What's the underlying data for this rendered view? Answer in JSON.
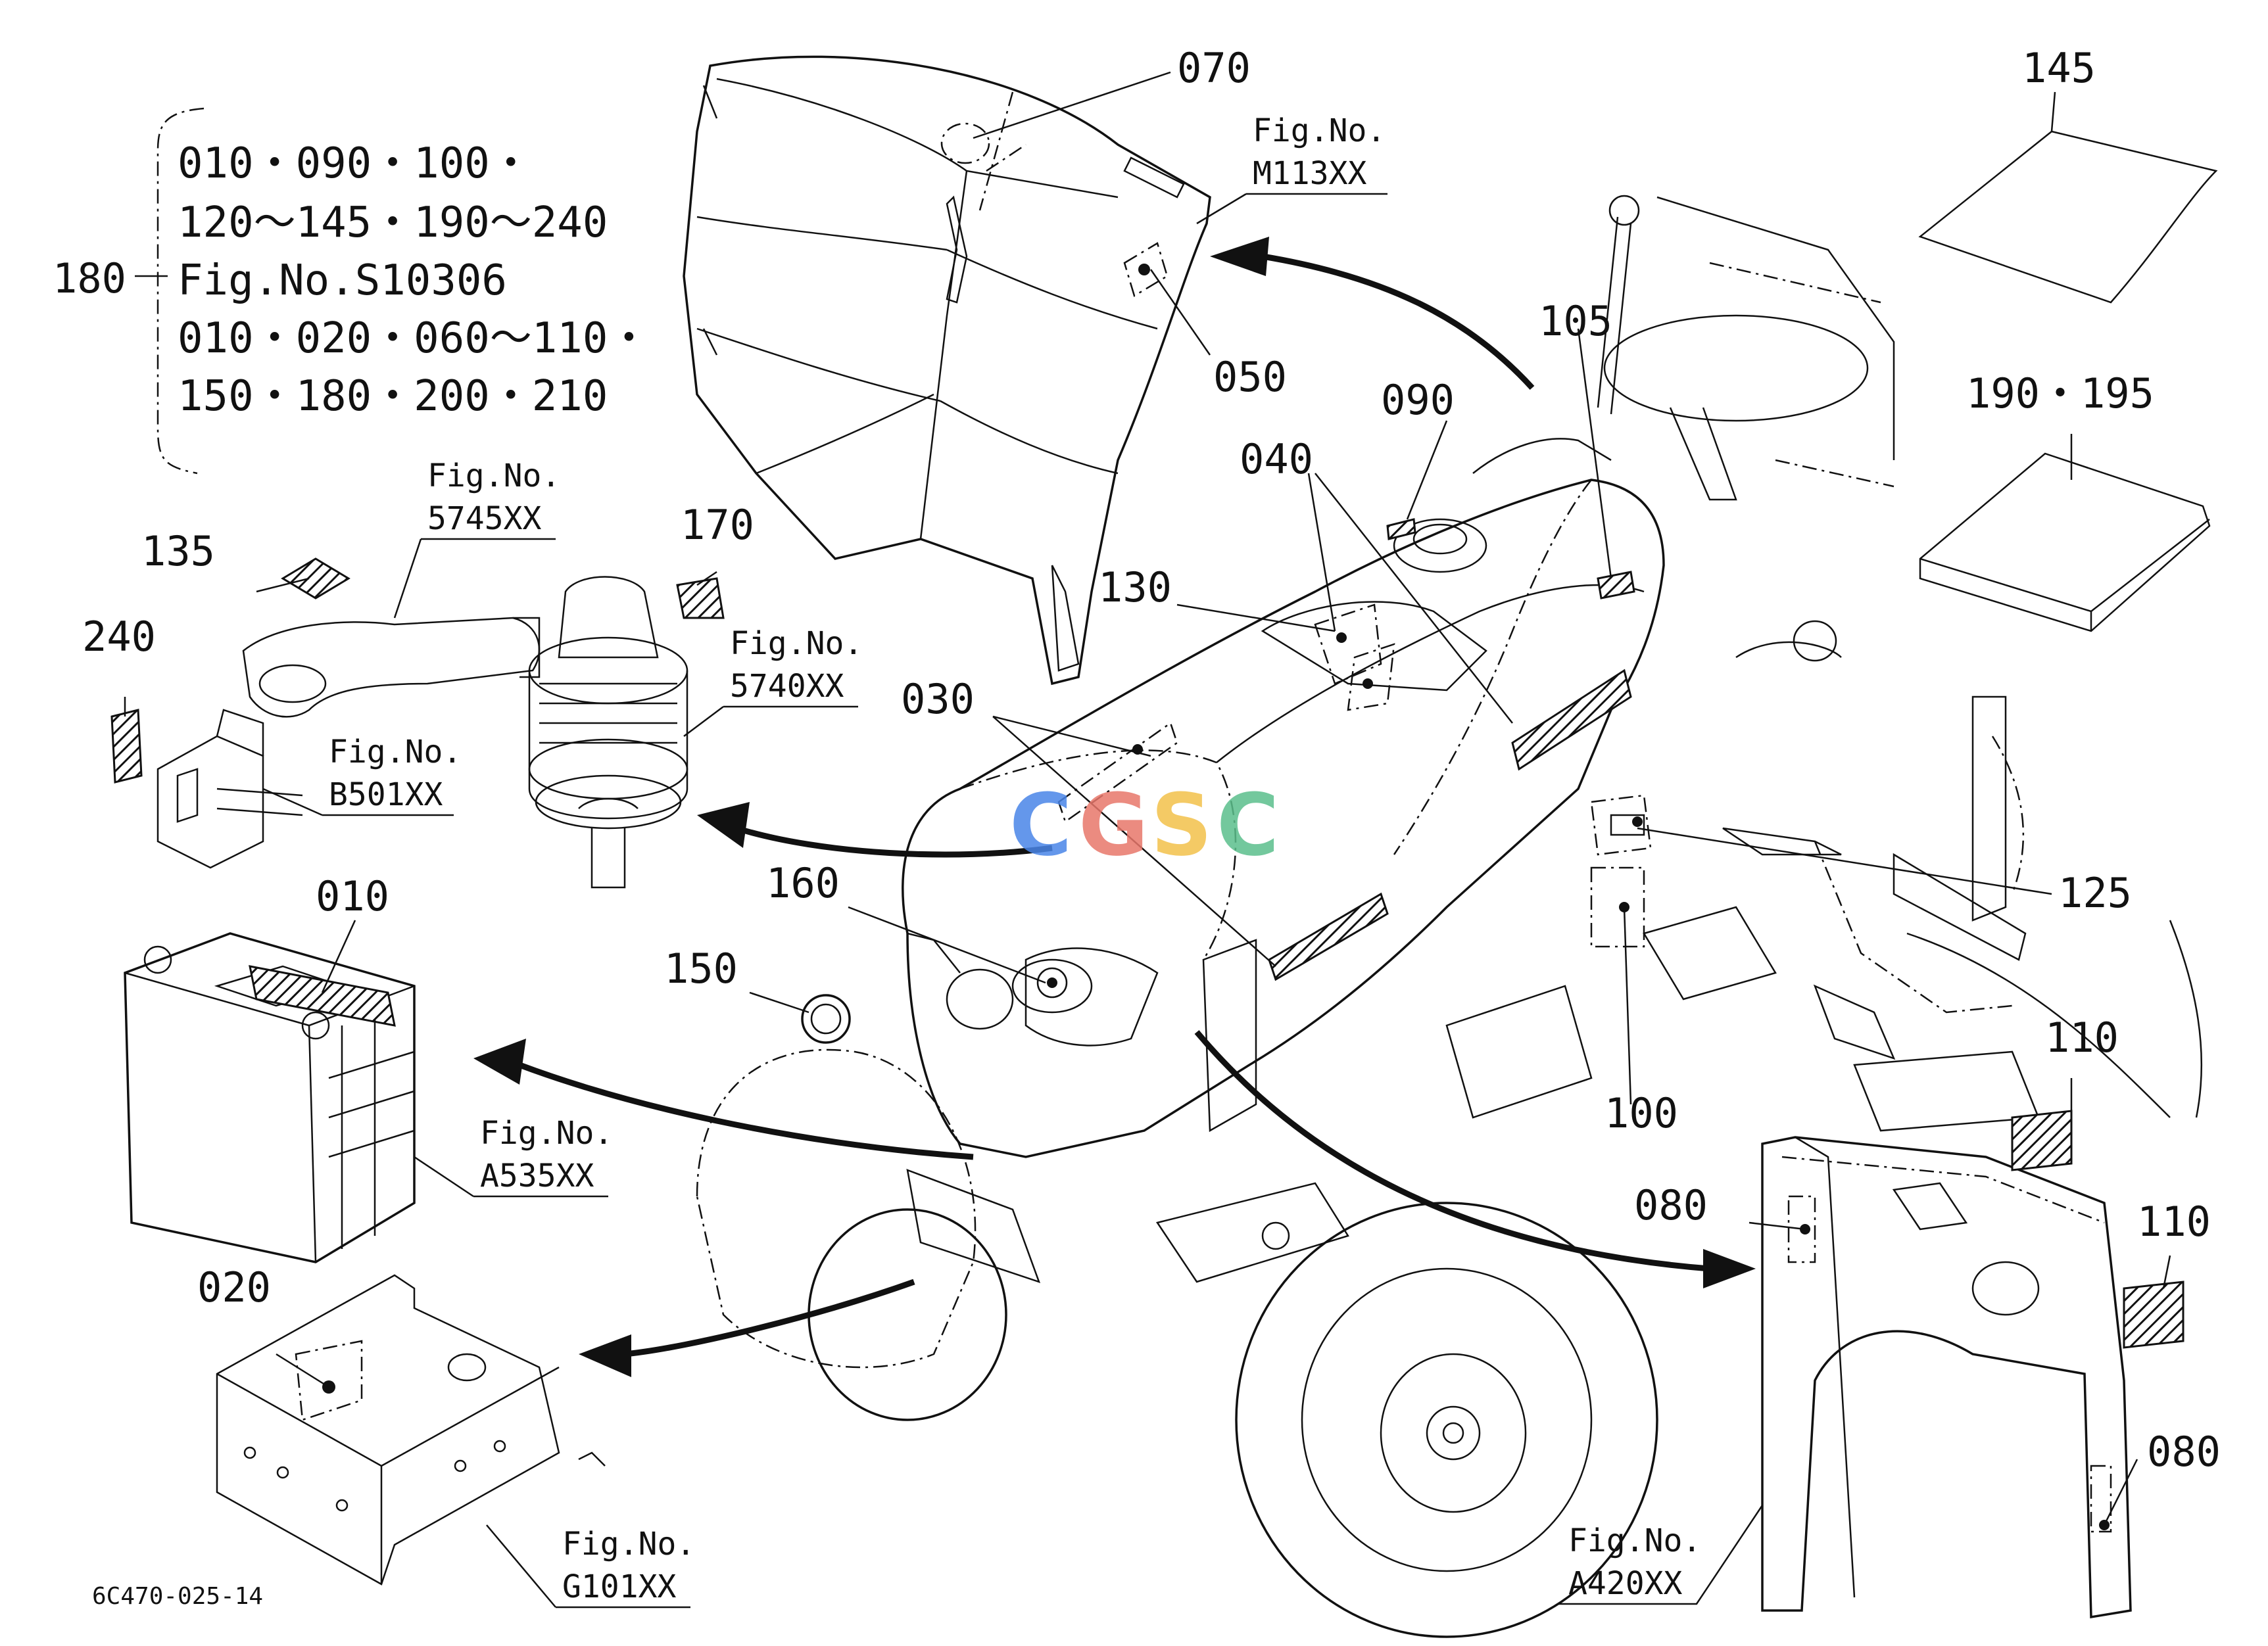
{
  "callouts": {
    "c070": "070",
    "c050": "050",
    "c145": "145",
    "c190_195": "190・195",
    "c105": "105",
    "c090": "090",
    "c040": "040",
    "c130": "130",
    "c135": "135",
    "c170": "170",
    "c240": "240",
    "c030": "030",
    "c010": "010",
    "c160": "160",
    "c150": "150",
    "c125": "125",
    "c100": "100",
    "c110a": "110",
    "c110b": "110",
    "c080a": "080",
    "c080b": "080",
    "c020": "020",
    "c180": "180"
  },
  "bracket_lines": [
    "010・090・100・",
    "120～145・190～240",
    "Fig.No.S10306",
    "010・020・060～110・",
    "150・180・200・210"
  ],
  "fig_refs": {
    "m113": {
      "label": "Fig.No.",
      "code": "M113XX"
    },
    "f5745": {
      "label": "Fig.No.",
      "code": "5745XX"
    },
    "f5740": {
      "label": "Fig.No.",
      "code": "5740XX"
    },
    "b501": {
      "label": "Fig.No.",
      "code": "B501XX"
    },
    "a535": {
      "label": "Fig.No.",
      "code": "A535XX"
    },
    "g101": {
      "label": "Fig.No.",
      "code": "G101XX"
    },
    "a420": {
      "label": "Fig.No.",
      "code": "A420XX"
    }
  },
  "drawing_code": "6C470-025-14",
  "watermark": {
    "letters": [
      "C",
      "G",
      "S",
      "C"
    ],
    "colors": [
      "#4a86e8",
      "#e8776b",
      "#f3c14b",
      "#5bbf8c"
    ]
  }
}
